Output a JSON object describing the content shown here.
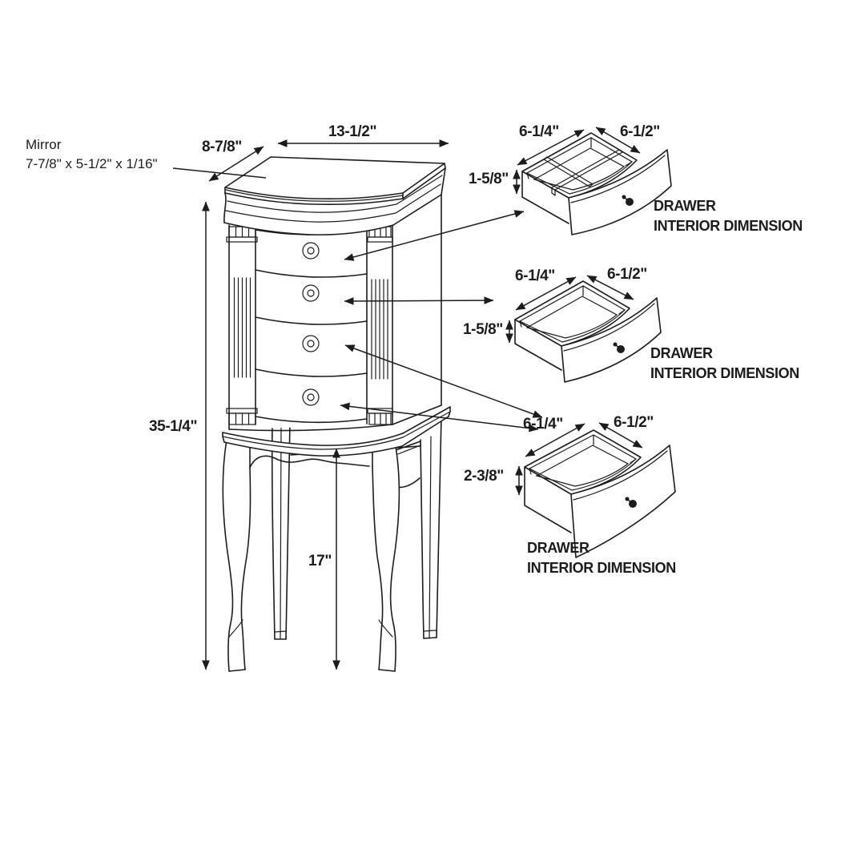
{
  "diagram": {
    "mirror_note": {
      "line1": "Mirror",
      "line2": "7-7/8\" x 5-1/2\" x 1/16\""
    },
    "cabinet": {
      "top_width": "13-1/2\"",
      "top_depth": "8-7/8\"",
      "overall_height": "35-1/4\"",
      "leg_height": "17\""
    },
    "drawer_details": [
      {
        "width": "6-1/4\"",
        "depth": "6-1/2\"",
        "height": "1-5/8\"",
        "caption_line1": "DRAWER",
        "caption_line2": "INTERIOR DIMENSION"
      },
      {
        "width": "6-1/4\"",
        "depth": "6-1/2\"",
        "height": "1-5/8\"",
        "caption_line1": "DRAWER",
        "caption_line2": "INTERIOR DIMENSION"
      },
      {
        "width": "6-1/4\"",
        "depth": "6-1/2\"",
        "height": "2-3/8\"",
        "caption_line1": "DRAWER",
        "caption_line2": "INTERIOR DIMENSION"
      }
    ],
    "colors": {
      "line": "#1c1c1c",
      "background": "#ffffff"
    }
  }
}
